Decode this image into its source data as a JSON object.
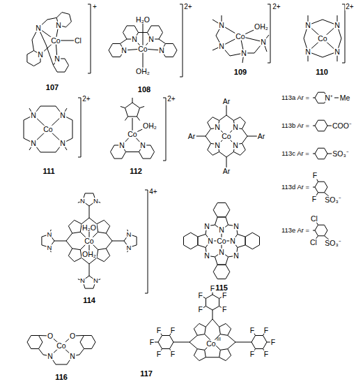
{
  "diagram": {
    "labels": [
      "Co",
      "Cl",
      "N",
      "N",
      "N",
      "N",
      "+",
      "107",
      "H₂O",
      "Co",
      "N",
      "N",
      "N",
      "N",
      "OH₂",
      "2+",
      "108",
      "N",
      "Co",
      "OH₂",
      "N",
      "N",
      "N",
      "2+",
      "109",
      "N",
      "N",
      "Co",
      "N",
      "N",
      "2+",
      "110",
      "N",
      "N",
      "Co",
      "N",
      "N",
      "2+",
      "111",
      "Co",
      "OH₂",
      "N",
      "N",
      "2+",
      "112",
      "Ar",
      "Ar",
      "N",
      "N",
      "Co",
      "N",
      "N",
      "Ar",
      "Ar",
      "113a Ar =",
      "N⁺",
      "Me",
      "113b Ar =",
      "COO⁻",
      "113c Ar =",
      "SO₃⁻",
      "113d Ar =",
      "F",
      "F",
      "SO₃⁻",
      "113e Ar =",
      "Cl",
      "Cl",
      "SO₃⁻",
      "4+",
      "H₂O",
      "Co",
      "OH₂",
      "N",
      "N",
      "N",
      "N",
      "N",
      "N",
      "N",
      "N",
      "114",
      "N",
      "N",
      "N",
      "N",
      "Co",
      "N",
      "N",
      "N",
      "N",
      "115",
      "O",
      "Co",
      "O",
      "N",
      "N",
      "116",
      "F",
      "F",
      "F",
      "F",
      "F",
      "F",
      "F",
      "F",
      "F",
      "F",
      "F",
      "F",
      "F",
      "F",
      "F",
      "Co",
      "III",
      "117"
    ]
  }
}
